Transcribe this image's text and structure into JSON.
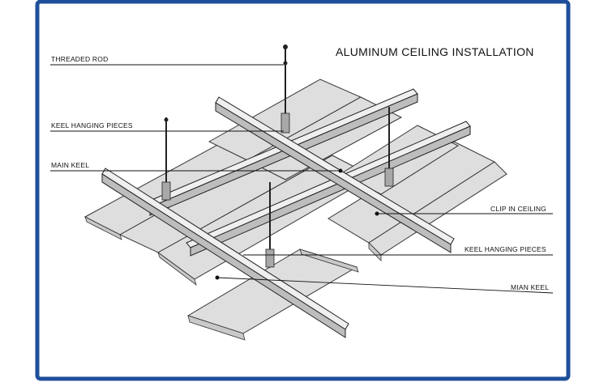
{
  "diagram": {
    "title": "ALUMINUM CEILING INSTALLATION",
    "labels": {
      "threaded_rod": "THREADED ROD",
      "keel_hanging_pieces_left": "KEEL HANGING PIECES",
      "main_keel": "MAIN KEEL",
      "clip_in_ceiling": "CLIP IN CEILING",
      "keel_hanging_pieces_right": "KEEL HANGING PIECES",
      "mian_keel": "MIAN KEEL"
    },
    "colors": {
      "frame_border": "#1f4f9a",
      "panel_fill": "#dedede",
      "line": "#222222"
    }
  }
}
